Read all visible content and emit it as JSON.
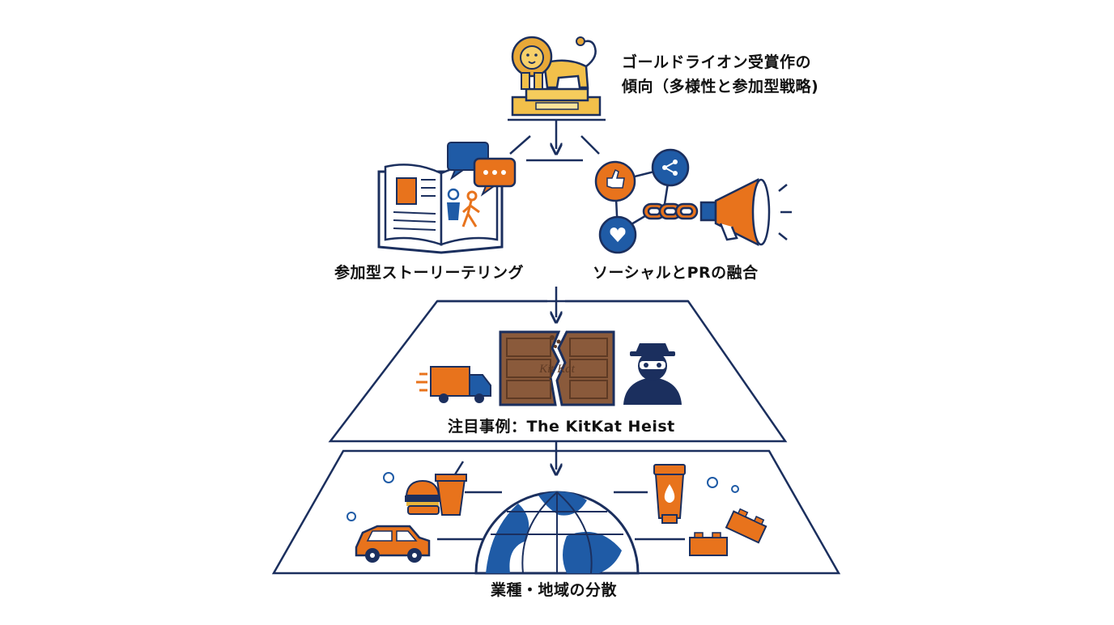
{
  "header": {
    "title_line1": "ゴールドライオン受賞作の",
    "title_line2": "傾向（多様性と参加型戦略)"
  },
  "nodes": {
    "story": "参加型ストーリーテリング",
    "social": "ソーシャルとPRの融合",
    "case_study": "注目事例：The KitKat Heist",
    "industry": "業種・地域の分散"
  },
  "kitkat_logo": "Kit Kat",
  "colors": {
    "navy": "#1b2f5e",
    "blue": "#1f5ba6",
    "orange": "#e8731c",
    "gold": "#e8b43a",
    "brown": "#8a5a3b"
  },
  "icons": [
    "lion-trophy-icon",
    "book-icon",
    "speech-bubble-icon",
    "chat-bubble-icon",
    "person-icon",
    "walking-person-icon",
    "like-icon",
    "share-icon",
    "heart-icon",
    "chain-icon",
    "megaphone-icon",
    "truck-icon",
    "kitkat-bar-icon",
    "thief-icon",
    "burger-icon",
    "drink-icon",
    "car-icon",
    "globe-icon",
    "lotion-tube-icon",
    "lego-brick-icon"
  ]
}
